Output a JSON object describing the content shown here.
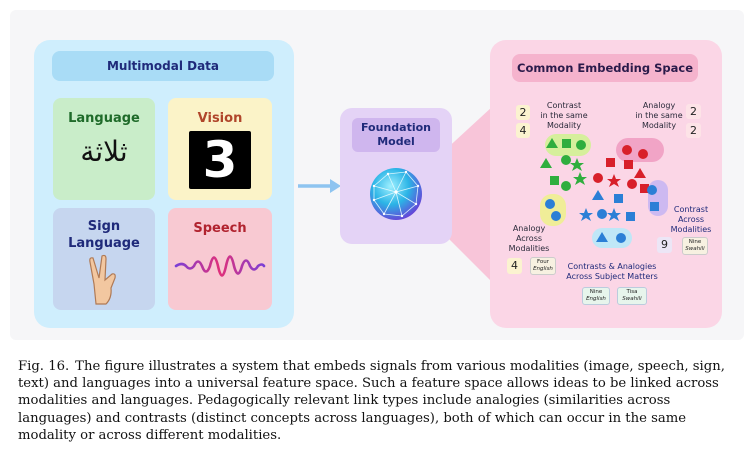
{
  "multimodal": {
    "title": "Multimodal Data",
    "language": {
      "label": "Language",
      "sample": "ثلاثة"
    },
    "vision": {
      "label": "Vision",
      "sample": "3"
    },
    "sign": {
      "label": "Sign\nLanguage"
    },
    "speech": {
      "label": "Speech"
    }
  },
  "foundation": {
    "title": "Foundation\nModel"
  },
  "embedding": {
    "title": "Common Embedding Space",
    "contrast_same": "Contrast\nin the same\nModality",
    "analogy_same": "Analogy\nin the same\nModality",
    "contrast_across": "Contrast\nAcross\nModalities",
    "analogy_across": "Analogy\nAcross\nModalities",
    "contrasts_analogies": "Contrasts & Analogies\nAcross Subject Matters",
    "digits": {
      "two_a": "2",
      "four_a": "4",
      "two_b": "2",
      "two_c": "2",
      "nine": "9",
      "four_b": "4"
    },
    "word_cards": {
      "four_en": {
        "word": "Four",
        "lang": "English"
      },
      "nine_sw": {
        "word": "Nine",
        "lang": "Swahili"
      },
      "nine_en": {
        "word": "Nine",
        "lang": "English"
      },
      "tisa_sw": {
        "word": "Tisa",
        "lang": "Swahili"
      }
    }
  },
  "caption": {
    "label": "Fig. 16.",
    "text": "The figure illustrates a system that embeds signals from various modalities (image, speech, sign, text) and languages into a universal feature space. Such a feature space allows ideas to be linked across modalities and languages. Pedagogically relevant link types include analogies (similarities across languages) and contrasts (distinct concepts across languages), both of which can occur in the same modality or across different modalities."
  },
  "colors": {
    "green": "#2fae3e",
    "red": "#d8202a",
    "blue": "#2b7fd6",
    "navy": "#1f2a7a"
  }
}
